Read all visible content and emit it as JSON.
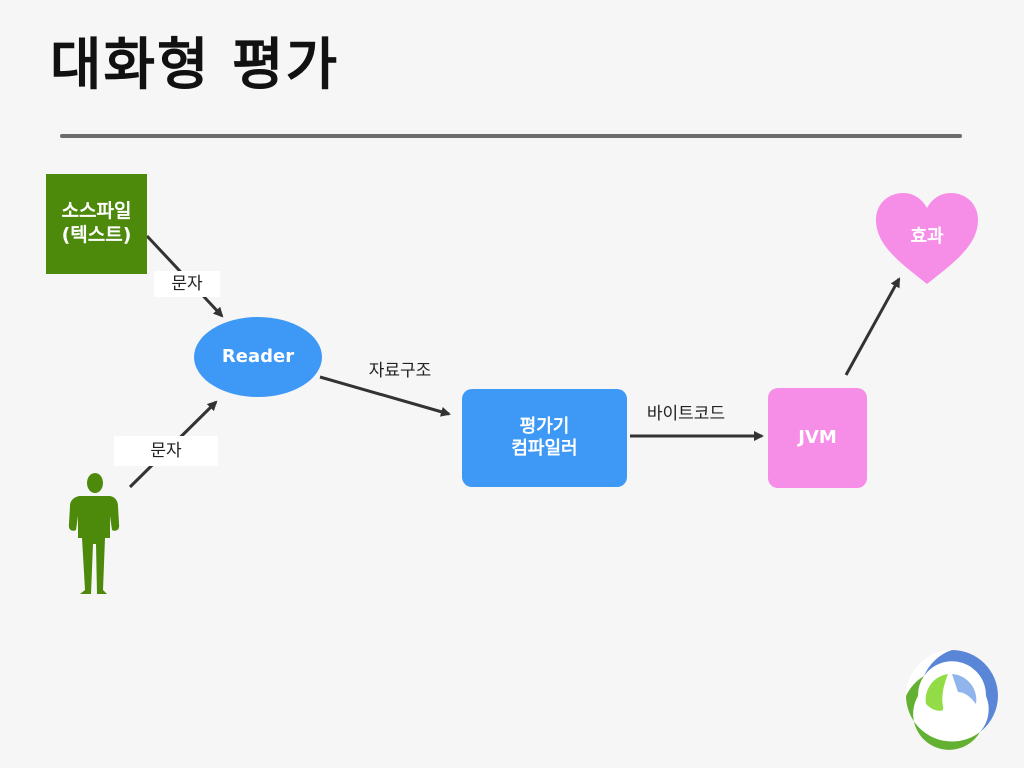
{
  "slide": {
    "title": "대화형 평가"
  },
  "nodes": {
    "source_file": "소스파일\n(텍스트)",
    "reader": "Reader",
    "evaluator": "평가기\n컴파일러",
    "jvm": "JVM",
    "effect": "효과"
  },
  "edge_labels": {
    "source_to_reader": "문자",
    "person_to_reader": "문자",
    "reader_to_evaluator": "자료구조",
    "evaluator_to_jvm": "바이트코드"
  },
  "colors": {
    "green": "#4d8a0c",
    "blue": "#3d99f5",
    "pink": "#f68ee8",
    "arrow": "#333333"
  },
  "icons": {
    "person": "person-silhouette-icon",
    "logo": "clojure-logo-icon",
    "heart": "heart-icon"
  }
}
